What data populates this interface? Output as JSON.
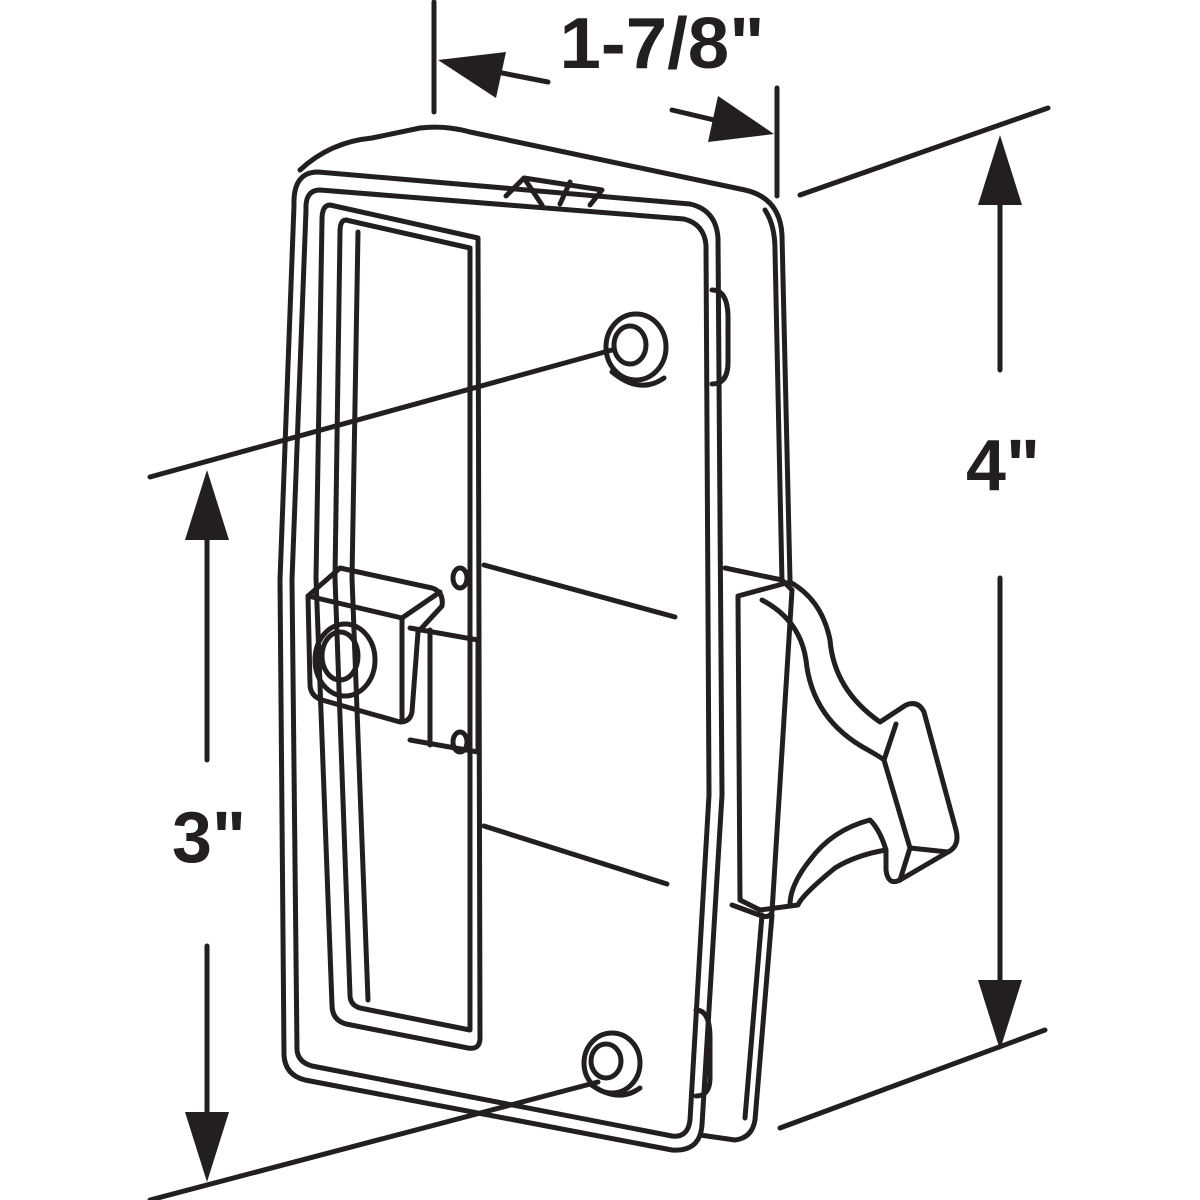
{
  "dimensions": {
    "width_label": "1-7/8\"",
    "height_label": "4\"",
    "hole_spacing_label": "3\""
  },
  "colors": {
    "line": "#231f20",
    "background": "#ffffff"
  }
}
